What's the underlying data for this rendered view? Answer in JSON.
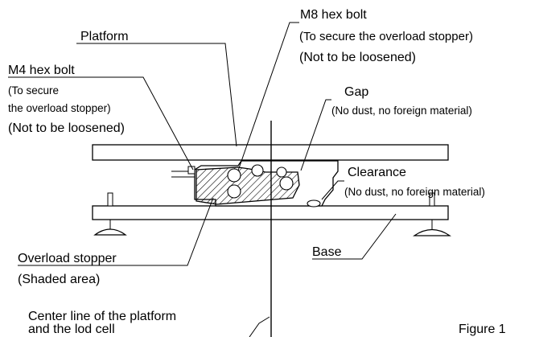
{
  "labels": {
    "m8_title": "M8 hex bolt",
    "m8_note1": "(To secure the overload stopper)",
    "m8_note2": "(Not to be loosened)",
    "platform": "Platform",
    "m4_title": "M4 hex bolt",
    "m4_note1": "(To secure",
    "m4_note2": "the overload stopper)",
    "m4_note3": "(Not to be loosened)",
    "gap_title": "Gap",
    "gap_note": "(No dust, no foreign material)",
    "clearance_title": "Clearance",
    "clearance_note": "(No dust, no foreign material)",
    "overload_title": "Overload stopper",
    "overload_note": "(Shaded area)",
    "base": "Base",
    "center_line1": "Center line of the platform",
    "center_line2": "and the lod cell",
    "figure": "Figure 1"
  }
}
